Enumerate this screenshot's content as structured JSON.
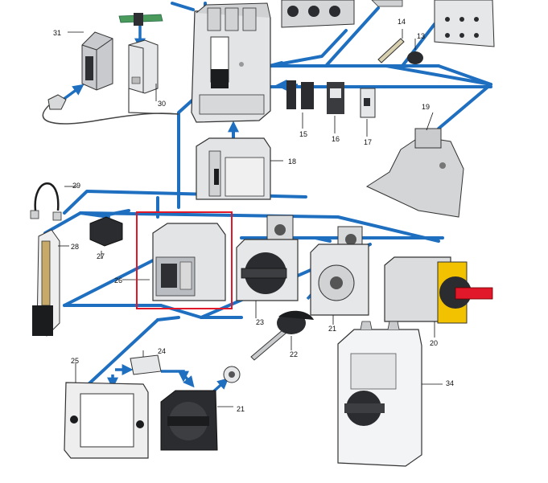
{
  "diagram": {
    "accent_color": "#1f6fc0",
    "highlight_color": "#e0182a",
    "highlighted_item": "26",
    "labels": {
      "n13": "13",
      "n14": "14",
      "n15": "15",
      "n16": "16",
      "n17": "17",
      "n18": "18",
      "n19": "19",
      "n20": "20",
      "n21a": "21",
      "n21b": "21",
      "n22": "22",
      "n23": "23",
      "n24": "24",
      "n25": "25",
      "n26": "26",
      "n27": "27",
      "n28": "28",
      "n29": "29",
      "n30": "30",
      "n31": "31",
      "n34": "34"
    },
    "icons": {
      "breaker": "circuit-breaker-icon",
      "rotary_handle": "rotary-handle-icon",
      "enclosure": "enclosure-icon",
      "knob": "knob-icon"
    }
  }
}
